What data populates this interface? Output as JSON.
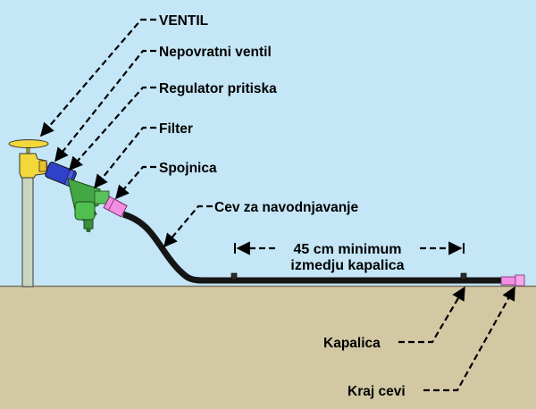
{
  "labels": {
    "ventil": "VENTIL",
    "nepovratni": "Nepovratni ventil",
    "regulator": "Regulator pritiska",
    "filter": "Filter",
    "spojnica": "Spojnica",
    "cev": "Cev za navodnjavanje",
    "spacing_line1": "45 cm minimum",
    "spacing_line2": "izmedju kapalica",
    "kapalica": "Kapalica",
    "kraj": "Kraj cevi"
  },
  "colors": {
    "sky": "#c4e6f6",
    "ground": "#d2c8a4",
    "post": "#c8d6be",
    "valve": "#f2d83a",
    "check_valve": "#2f41c8",
    "filter": "#43a844",
    "coupling": "#f48ee2",
    "hose": "#151515"
  }
}
